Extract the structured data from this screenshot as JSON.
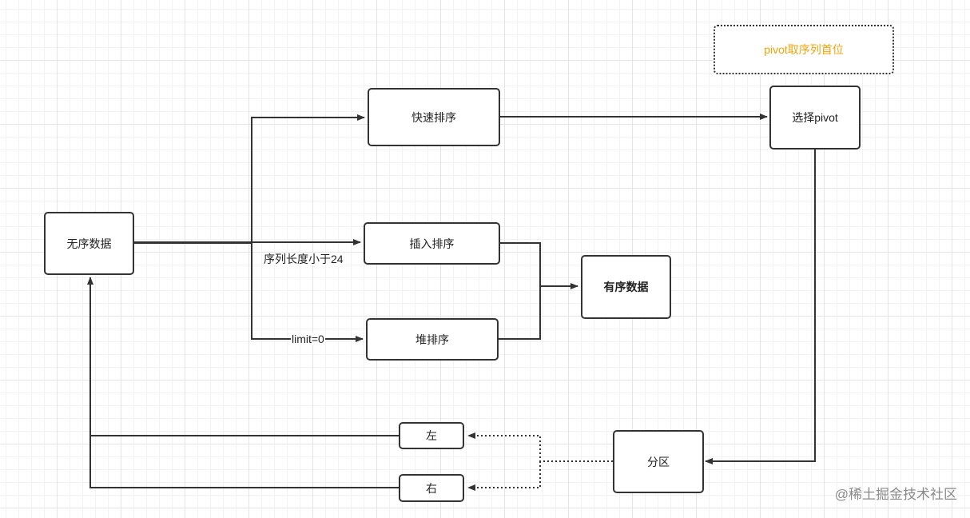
{
  "colors": {
    "note_text": "#f0a30a",
    "stroke": "#333333",
    "grid": "#e4e4e4"
  },
  "nodes": {
    "unsorted": "无序数据",
    "quick": "快速排序",
    "insertion": "插入排序",
    "heap": "堆排序",
    "sorted": "有序数据",
    "select_pivot": "选择pivot",
    "partition": "分区",
    "left": "左",
    "right": "右"
  },
  "note": "pivot取序列首位",
  "edge_labels": {
    "seq_len": "序列长度小于24",
    "limit": "limit=0"
  },
  "watermark": "@稀土掘金技术社区"
}
